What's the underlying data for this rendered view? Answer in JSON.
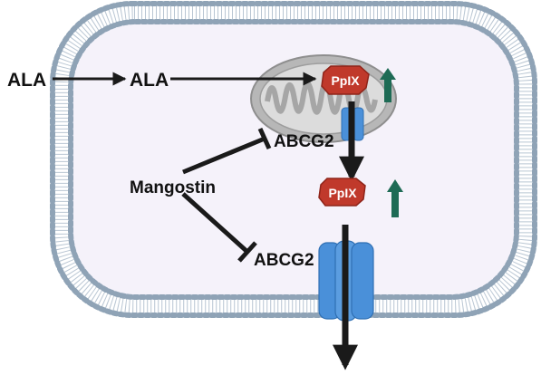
{
  "labels": {
    "ala_outside": "ALA",
    "ala_inside": "ALA",
    "ppix_mito": "PpIX",
    "ppix_cyto": "PpIX",
    "abcg2_mito": "ABCG2",
    "abcg2_membrane": "ABCG2",
    "mangostin": "Mangostin"
  },
  "colors": {
    "membrane_bead": "#8fa3b6",
    "membrane_tail": "#b9c6d3",
    "cytoplasm": "#f5f2fa",
    "mito_outer": "#b7b7b7",
    "mito_inner": "#dedede",
    "ppix": "#c0392b",
    "up_arrow": "#1e6b55",
    "transporter": "#4a90d9",
    "arrow": "#1a1a1a"
  },
  "icons": {
    "ppix_shape": "octagon-molecule-icon",
    "increase": "up-arrow-icon",
    "transporter": "abcg2-transporter-icon",
    "organelle": "mitochondrion-icon"
  }
}
